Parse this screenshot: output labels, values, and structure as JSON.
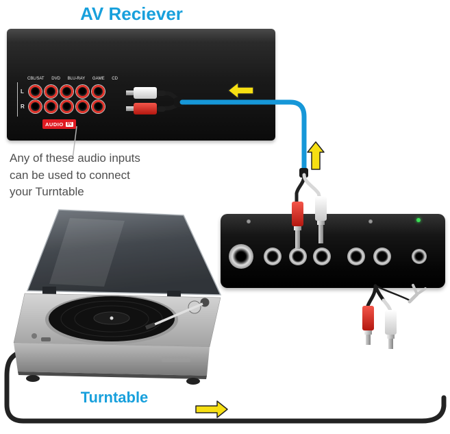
{
  "title": "AV Reciever",
  "note": {
    "line1": "Any of these audio inputs",
    "line2": "can be used to connect",
    "line3": "your Turntable"
  },
  "receiver": {
    "input_labels": [
      "CBL/SAT",
      "DVD",
      "BLU-RAY",
      "GAME",
      "CD"
    ],
    "channel_labels": [
      "L",
      "R"
    ],
    "audio_in": {
      "word": "AUDIO",
      "chip": "IN"
    }
  },
  "turntable": {
    "label": "Turntable"
  },
  "colors": {
    "accent_blue": "#18a0dc",
    "cable_blue": "#1697d8",
    "arrow_yellow": "#f6df12",
    "rca_red": "#d6342b",
    "rca_white": "#f2f2f2",
    "audio_in_red": "#e01b22",
    "cable_black": "#232323"
  }
}
